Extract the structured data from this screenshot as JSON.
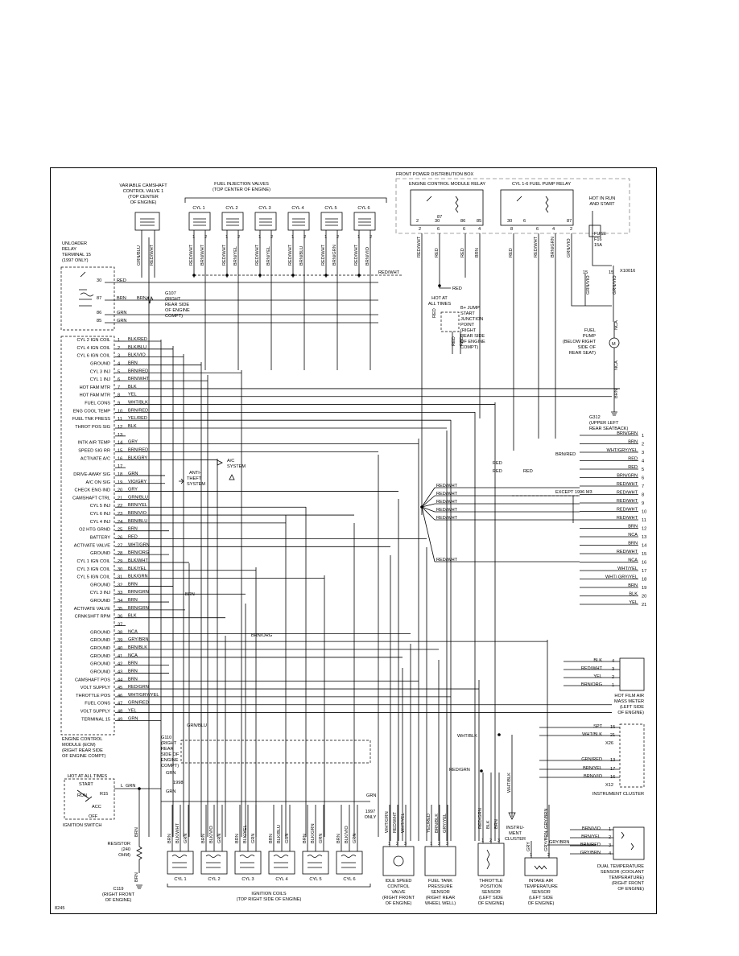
{
  "diagram_id": "8245",
  "titles": {
    "vanos_valve": [
      "VARIABLE CAMSHAFT",
      "CONTROL VALVE 1",
      "(TOP CENTER",
      "OF ENGINE)"
    ],
    "injectors": [
      "FUEL INJECTION VALVES",
      "(TOP CENTER OF ENGINE)"
    ],
    "front_box": "FRONT POWER DISTRIBUTION BOX",
    "ecm_relay": "ENGINE CONTROL MODULE RELAY",
    "fuel_relay": "CYL 1-6 FUEL PUMP RELAY",
    "hot_run": [
      "HOT IN RUN",
      "AND START"
    ],
    "fuse": [
      "FUSE",
      "F16",
      "15A"
    ],
    "unloader": [
      "UNLOADER",
      "RELAY",
      "TERMINAL 15",
      "(1997 ONLY)"
    ],
    "g107": [
      "G107",
      "(RIGHT",
      "REAR SIDE",
      "OF ENGINE",
      "COMPT)"
    ],
    "b_jump": [
      "B+ JUMP",
      "START",
      "JUNCTION",
      "POINT",
      "(RIGHT",
      "REAR SIDE",
      "OF ENGINE",
      "COMPT)"
    ],
    "hot_all": "HOT AT ALL TIMES",
    "fuel_pump": [
      "FUEL",
      "PUMP",
      "(BELOW RIGHT",
      "SIDE OF",
      "REAR SEAT)"
    ],
    "g312": [
      "G312",
      "(UPPER LEFT",
      "REAR SEATBACK)"
    ],
    "x10016": "X10016",
    "ac": [
      "A/C",
      "SYSTEM"
    ],
    "anti_theft": [
      "ANTI-",
      "THEFT",
      "SYSTEM"
    ],
    "except": "EXCEPT 1996 M3",
    "ecm": [
      "ENGINE CONTROL",
      "MODULE (ECM)",
      "(RIGHT REAR SIDE",
      "OF ENGINE COMPT)"
    ],
    "g110": [
      "G110",
      "(RIGHT",
      "REAR",
      "SIDE OF",
      "ENGINE",
      "COMPT)"
    ],
    "y1998": "1998",
    "y1997": [
      "1997",
      "ONLY"
    ],
    "ign_switch": "IGNITION SWITCH",
    "ign_hot": "HOT AT ALL TIMES",
    "switch_pos": [
      "START",
      "RUN",
      "ACC",
      "OFF",
      "R",
      "15"
    ],
    "resistor": [
      "RESISTOR",
      "(240",
      "OHM)"
    ],
    "c119": [
      "C119",
      "(RIGHT FRONT",
      "OF ENGINE)"
    ],
    "coils": "IGNITION COILS",
    "coils_loc": "(TOP RIGHT SIDE OF ENGINE)",
    "idle": [
      "IDLE SPEED",
      "CONTROL",
      "VALVE",
      "(RIGHT FRONT",
      "OF ENGINE)"
    ],
    "tank": [
      "FUEL TANK",
      "PRESSURE",
      "SENSOR",
      "(RIGHT REAR",
      "WHEEL WELL)"
    ],
    "tps": [
      "THROTTLE",
      "POSITION",
      "SENSOR",
      "(LEFT SIDE",
      "OF ENGINE)"
    ],
    "iat": [
      "INTAKE AIR",
      "TEMPERATURE",
      "SENSOR",
      "(LEFT SIDE",
      "OF ENGINE)"
    ],
    "dual": [
      "DUAL TEMPERATURE",
      "SENSOR (COOLANT",
      "TEMPERATURE)",
      "(RIGHT FRONT",
      "OF ENGINE)"
    ],
    "maf": [
      "HOT FILM AIR",
      "MASS METER",
      "(LEFT SIDE",
      "OF ENGINE)"
    ],
    "cluster": "INSTRUMENT CLUSTER",
    "cluster2": [
      "INSTRU-",
      "MENT",
      "CLUSTER"
    ],
    "x26": "X26",
    "x12": "X12",
    "all_times": [
      "HOT AT",
      "ALL TIMES"
    ]
  },
  "cylinders": [
    "CYL 1",
    "CYL 2",
    "CYL 3",
    "CYL 4",
    "CYL 5",
    "CYL 6"
  ],
  "injector_wires": [
    [
      "RED/WHT",
      "BRN/WHT"
    ],
    [
      "RED/WHT",
      "BRN/YEL"
    ],
    [
      "RED/WHT",
      "BRN/YEL"
    ],
    [
      "RED/WHT",
      "BRN/BLU"
    ],
    [
      "RED/WHT",
      "BRN/GRN"
    ],
    [
      "RED/WHT",
      "BRN/VIO"
    ]
  ],
  "coil_wires": [
    [
      "BRN",
      "BLK/WHT",
      "GRN"
    ],
    [
      "BRN",
      "BLK/VIO",
      "GRN"
    ],
    [
      "BRN",
      "BLK/YEL",
      "GRN"
    ],
    [
      "BRN",
      "BLK/BLU",
      "GRN"
    ],
    [
      "BRN",
      "BLK/GRN",
      "GRN"
    ],
    [
      "BRN",
      "BLK/VIO",
      "GRN"
    ]
  ],
  "ecm_pins": [
    {
      "n": "1",
      "label": "CYL 2 IGN COIL",
      "wire": "BLK/RED"
    },
    {
      "n": "2",
      "label": "CYL 4 IGN COIL",
      "wire": "BLK/BLU"
    },
    {
      "n": "3",
      "label": "CYL 6 IGN COIL",
      "wire": "BLK/VIO"
    },
    {
      "n": "4",
      "label": "GROUND",
      "wire": "BRN"
    },
    {
      "n": "5",
      "label": "CYL 3 INJ",
      "wire": "BRN/RED"
    },
    {
      "n": "6",
      "label": "CYL 1 INJ",
      "wire": "BRN/WHT"
    },
    {
      "n": "7",
      "label": "HOT FAM MTR",
      "wire": "BLK"
    },
    {
      "n": "8",
      "label": "HOT FAM MTR",
      "wire": "YEL"
    },
    {
      "n": "9",
      "label": "FUEL CONS",
      "wire": "WHT/BLK"
    },
    {
      "n": "10",
      "label": "ENG COOL TEMP",
      "wire": "BRN/RED"
    },
    {
      "n": "11",
      "label": "FUEL TNK PRESS",
      "wire": "YEL/RED"
    },
    {
      "n": "12",
      "label": "THROT POS SIG",
      "wire": "BLK"
    },
    {
      "n": "13",
      "label": "",
      "wire": ""
    },
    {
      "n": "14",
      "label": "INTK AIR TEMP",
      "wire": "GRY"
    },
    {
      "n": "15",
      "label": "SPEED SIG RR",
      "wire": "BRN/RED"
    },
    {
      "n": "16",
      "label": "ACTIVATE A/C",
      "wire": "BLK/GRY"
    },
    {
      "n": "17",
      "label": "",
      "wire": ""
    },
    {
      "n": "18",
      "label": "DRIVE-AWAY SIG",
      "wire": "GRN"
    },
    {
      "n": "19",
      "label": "A/C ON SIG",
      "wire": "VIO/GRY"
    },
    {
      "n": "20",
      "label": "CHECK ENG IND",
      "wire": "GRY"
    },
    {
      "n": "21",
      "label": "CAMSHAFT CTRL",
      "wire": "GRN/BLU"
    },
    {
      "n": "22",
      "label": "CYL 5 INJ",
      "wire": "BRN/YEL"
    },
    {
      "n": "23",
      "label": "CYL 6 INJ",
      "wire": "BRN/VIO"
    },
    {
      "n": "24",
      "label": "CYL 4 INJ",
      "wire": "BRN/BLU"
    },
    {
      "n": "25",
      "label": "O2 HTG GRND",
      "wire": "BRN"
    },
    {
      "n": "26",
      "label": "BATTERY",
      "wire": "RED"
    },
    {
      "n": "27",
      "label": "ACTIVATE VALVE",
      "wire": "WHT/GRN"
    },
    {
      "n": "28",
      "label": "GROUND",
      "wire": "BRN/ORG"
    },
    {
      "n": "29",
      "label": "CYL 1 IGN COIL",
      "wire": "BLK/WHT"
    },
    {
      "n": "30",
      "label": "CYL 3 IGN COIL",
      "wire": "BLK/YEL"
    },
    {
      "n": "31",
      "label": "CYL 5 IGN COIL",
      "wire": "BLK/GRN"
    },
    {
      "n": "32",
      "label": "GROUND",
      "wire": "BRN"
    },
    {
      "n": "33",
      "label": "CYL 3 INJ",
      "wire": "BRN/GRN"
    },
    {
      "n": "34",
      "label": "GROUND",
      "wire": "BRN"
    },
    {
      "n": "35",
      "label": "ACTIVATE VALVE",
      "wire": "BRN/GRN"
    },
    {
      "n": "36",
      "label": "CRNKSHFT RPM",
      "wire": "BLK"
    },
    {
      "n": "37",
      "label": "",
      "wire": ""
    },
    {
      "n": "38",
      "label": "GROUND",
      "wire": "NCA"
    },
    {
      "n": "39",
      "label": "GROUND",
      "wire": "GRY/BRN"
    },
    {
      "n": "40",
      "label": "GROUND",
      "wire": "BRN/BLK"
    },
    {
      "n": "41",
      "label": "GROUND",
      "wire": "NCA"
    },
    {
      "n": "42",
      "label": "GROUND",
      "wire": "BRN"
    },
    {
      "n": "43",
      "label": "GROUND",
      "wire": "BRN"
    },
    {
      "n": "44",
      "label": "CAMSHAFT POS",
      "wire": "BRN"
    },
    {
      "n": "45",
      "label": "VOLT SUPPLY",
      "wire": "RED/GRN"
    },
    {
      "n": "46",
      "label": "THROTTLE POS",
      "wire": "WHT/GRY/YEL"
    },
    {
      "n": "47",
      "label": "FUEL CONS",
      "wire": "GRN/RED"
    },
    {
      "n": "48",
      "label": "VOLT SUPPLY",
      "wire": "YEL"
    },
    {
      "n": "49",
      "label": "TERMINAL 15",
      "wire": "GRN"
    }
  ],
  "right_pins": [
    {
      "n": "1",
      "wire": "BRN/GRN"
    },
    {
      "n": "2",
      "wire": "BRN"
    },
    {
      "n": "3",
      "wire": "WHT/GRY/YEL"
    },
    {
      "n": "4",
      "wire": "RED"
    },
    {
      "n": "5",
      "wire": "RED"
    },
    {
      "n": "6",
      "wire": "BRN/GRN"
    },
    {
      "n": "7",
      "wire": "RED/WHT"
    },
    {
      "n": "8",
      "wire": "RED/WHT"
    },
    {
      "n": "9",
      "wire": "RED/WHT"
    },
    {
      "n": "10",
      "wire": "RED/WHT"
    },
    {
      "n": "11",
      "wire": "RED/WHT"
    },
    {
      "n": "12",
      "wire": "BRN"
    },
    {
      "n": "13",
      "wire": "NCA"
    },
    {
      "n": "14",
      "wire": "BRN"
    },
    {
      "n": "15",
      "wire": "RED/WHT"
    },
    {
      "n": "16",
      "wire": "NCA"
    },
    {
      "n": "17",
      "wire": "WHT/YEL"
    },
    {
      "n": "18",
      "wire": "WHT/ GRY/YEL"
    },
    {
      "n": "19",
      "wire": "BRN"
    },
    {
      "n": "20",
      "wire": "BLK"
    },
    {
      "n": "21",
      "wire": "YEL"
    }
  ],
  "maf_pins": [
    {
      "n": "4",
      "wire": "BLK"
    },
    {
      "n": "3",
      "wire": "RED/WHT"
    },
    {
      "n": "2",
      "wire": "YEL"
    },
    {
      "n": "1",
      "wire": "BRN/ORG"
    }
  ],
  "cluster_pins": [
    {
      "n": "15",
      "wire": "SPT"
    },
    {
      "n": "21",
      "wire": "WHT/BLK"
    },
    {
      "n": "13",
      "wire": "GRN/RED"
    },
    {
      "n": "17",
      "wire": "BRN/YEL"
    },
    {
      "n": "16",
      "wire": "BRN/VIO"
    }
  ],
  "dual_pins": [
    {
      "n": "1",
      "wire": "BRN/VIO"
    },
    {
      "n": "2",
      "wire": "BRN/YEL"
    },
    {
      "n": "3",
      "wire": "BRN/RED"
    },
    {
      "n": "4",
      "wire": "GRY/BRN"
    }
  ],
  "misc_wires": {
    "unloader": [
      "30",
      "87",
      "86",
      "85",
      "RED",
      "BRN",
      "GRN",
      "GRN"
    ],
    "vanos": [
      "GRN/BLU",
      "RED/WHT"
    ],
    "relay_pins": [
      "2",
      "30",
      "87",
      "86",
      "85",
      "4",
      "6",
      "8",
      "30",
      "85",
      "87",
      "2"
    ],
    "relay_wires": [
      "RED/WHT",
      "RED",
      "RED",
      "RED",
      "BRN",
      "RED",
      "RED/WHT",
      "BRN/GRN",
      "GRN/VIO"
    ],
    "fuse_pins": [
      "15",
      "15"
    ],
    "fuse_wires": [
      "GRN/VIO",
      "GRN/VIO",
      "NCA",
      "NCA",
      "BRN",
      "BRN"
    ],
    "bjump": [
      "RED",
      "RED",
      "RED"
    ],
    "bus_label": "RED/WHT",
    "red_mid": [
      "RED",
      "RED",
      "RED"
    ],
    "brn_red": "BRN/RED",
    "ecm_side": [
      "BRN/ORG",
      "BRN",
      "GRN/BLU",
      "GRN",
      "GRN",
      "GRN"
    ],
    "switch_wire": "GRN",
    "idle_wires": [
      "WHT/GRN",
      "RED/WHT",
      "WHT/YEL"
    ],
    "idle_pins": [
      "1",
      "2",
      "3"
    ],
    "tank_wires": [
      "YEL/RED",
      "BRN/BLK",
      "GRY/YEL"
    ],
    "tank_pins": [
      "1",
      "2",
      "3"
    ],
    "tps_wires": [
      "RED/GRN",
      "BLK",
      "BRN"
    ],
    "tps_pins": [
      "1",
      "2",
      "3"
    ],
    "iat_wires": [
      "GRY",
      "GRY/BRN"
    ],
    "iat_pins": [
      "1",
      "2"
    ],
    "cluster_wire": "WHT/BLK",
    "gry_brn": "GRY/BRN",
    "red_grn": "RED/GRN",
    "res_wires": [
      "BRN",
      "BRN"
    ],
    "ecm_pin_labels": [
      "87",
      "85"
    ]
  }
}
